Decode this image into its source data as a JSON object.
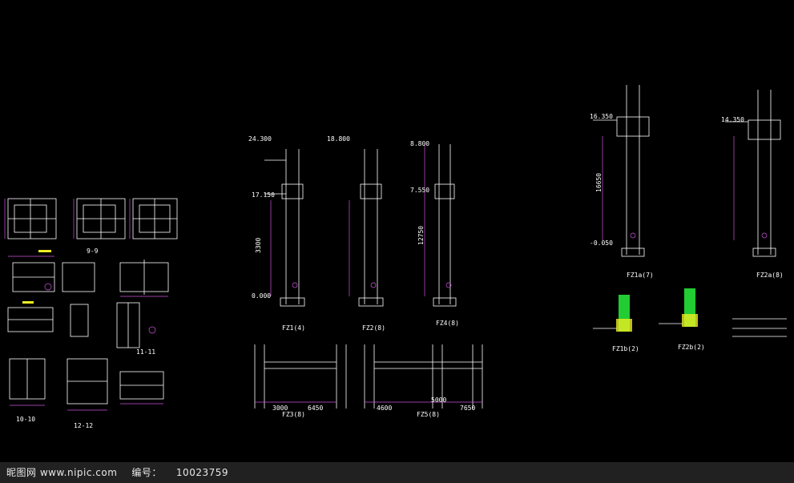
{
  "drawing": {
    "background": "#000000",
    "line_color": "#ffffff",
    "dimension_color": "#cc55dd",
    "accent_green": "#22cc33",
    "accent_yellow": "#eeee22",
    "detail_labels": {
      "d1": "9-9",
      "d2": "10-10",
      "d3": "11-11",
      "d4": "12-12"
    },
    "column_labels": {
      "c1": "FZ1(4)",
      "c2": "FZ2(8)",
      "c3": "FZ4(8)",
      "c4": "FZ3(8)",
      "c5": "FZ5(8)",
      "c6": "FZ1a(7)",
      "c7": "FZ2a(8)",
      "c8": "FZ1b(2)",
      "c9": "FZ2b(2)"
    },
    "elevations": {
      "e1": "24.300",
      "e2": "18.800",
      "e3": "17.150",
      "e4": "0.000",
      "e5": "8.800",
      "e6": "7.550",
      "e7": "-0.050",
      "e8": "16.350",
      "e9": "14.350"
    },
    "dimensions": {
      "d1": "3000",
      "d2": "6450",
      "d3": "4600",
      "d4": "5000",
      "d5": "7650",
      "d6": "3300",
      "d7": "12750",
      "d8": "16650"
    }
  },
  "watermark": {
    "site": "昵图网 www.nipic.com",
    "id_label": "编号：",
    "id_value": "10023759"
  }
}
